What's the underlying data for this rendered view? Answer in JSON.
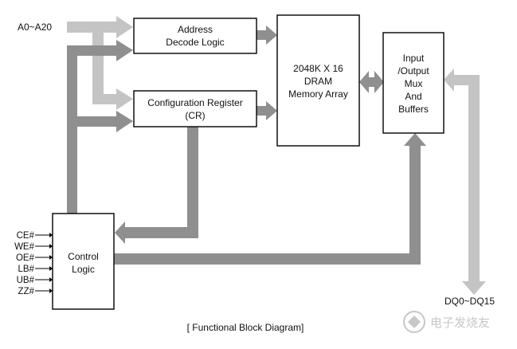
{
  "diagram": {
    "caption": "[ Functional Block Diagram]",
    "watermark": "电子发烧友",
    "signals": {
      "address_in": "A0~A20",
      "data_io": "DQ0~DQ15",
      "control_inputs": [
        "CE#",
        "WE#",
        "OE#",
        "LB#",
        "UB#",
        "ZZ#"
      ]
    },
    "blocks": {
      "address_decode": {
        "line1": "Address",
        "line2": "Decode Logic"
      },
      "config_register": {
        "line1": "Configuration Register",
        "line2": "(CR)"
      },
      "dram": {
        "line1": "2048K X 16",
        "line2": "DRAM",
        "line3": "Memory Array"
      },
      "io_mux": {
        "line1": "Input",
        "line2": "/Output",
        "line3": "Mux",
        "line4": "And",
        "line5": "Buffers"
      },
      "control_logic": {
        "line1": "Control",
        "line2": "Logic"
      }
    },
    "colors": {
      "light_arrow": "#c4c4c4",
      "dark_arrow": "#8f8f8f",
      "box_stroke": "#000000"
    }
  }
}
